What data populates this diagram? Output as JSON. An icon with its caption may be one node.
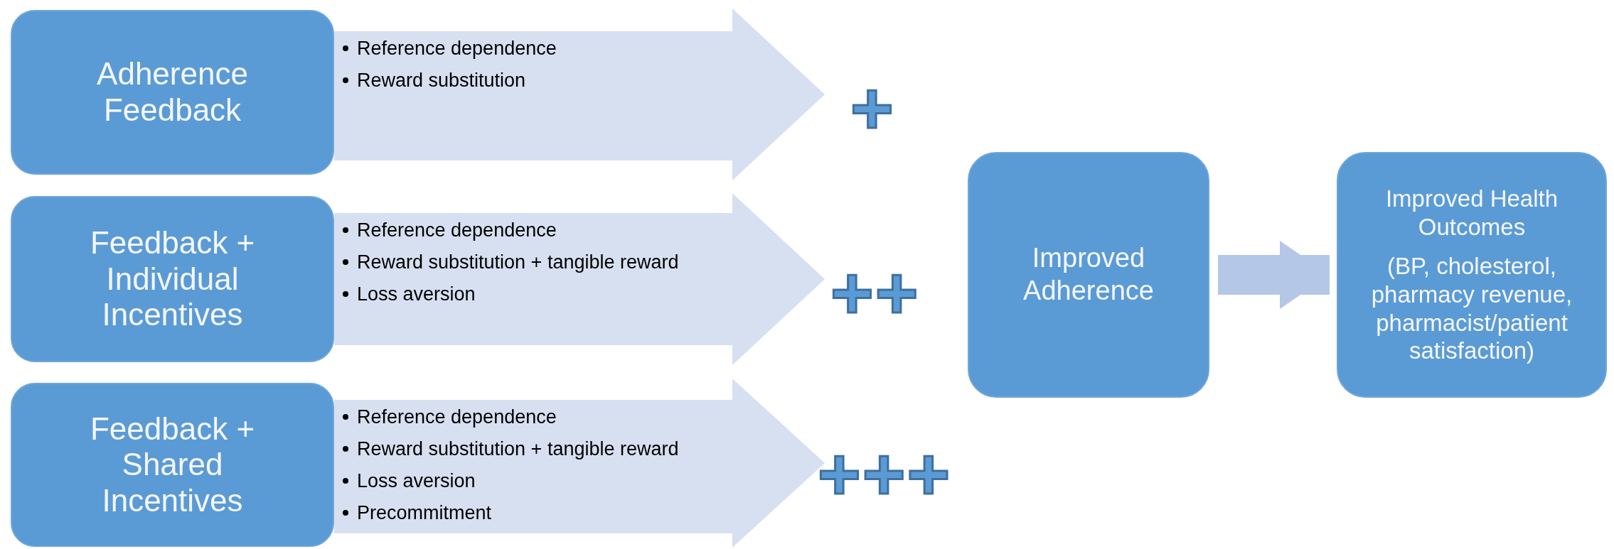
{
  "diagram": {
    "nodes": [
      {
        "text": [
          "Adherence Feedback"
        ]
      },
      {
        "text": [
          "Reference dependence",
          "Reward substitution"
        ]
      },
      {
        "text": [
          "Feedback + Individual Incentives"
        ]
      },
      {
        "text": [
          "Reference dependence",
          "Reward substitution + tangible reward",
          "Loss aversion"
        ]
      },
      {
        "text": [
          "Feedback + Shared Incentives"
        ]
      },
      {
        "text": [
          "Reference dependence",
          "Reward substitution + tangible reward",
          "Loss aversion",
          "Precommitment"
        ]
      },
      {
        "text": [
          "Improved Adherence"
        ]
      },
      {
        "text": [
          "Improved Health Outcomes",
          "(BP, cholesterol, pharmacy revenue, pharmacist/patient satisfaction)"
        ]
      }
    ],
    "edges": [
      {
        "from": 6,
        "to": 7,
        "arrow": "to"
      }
    ],
    "labels": [
      "+",
      "++",
      "+++"
    ]
  }
}
